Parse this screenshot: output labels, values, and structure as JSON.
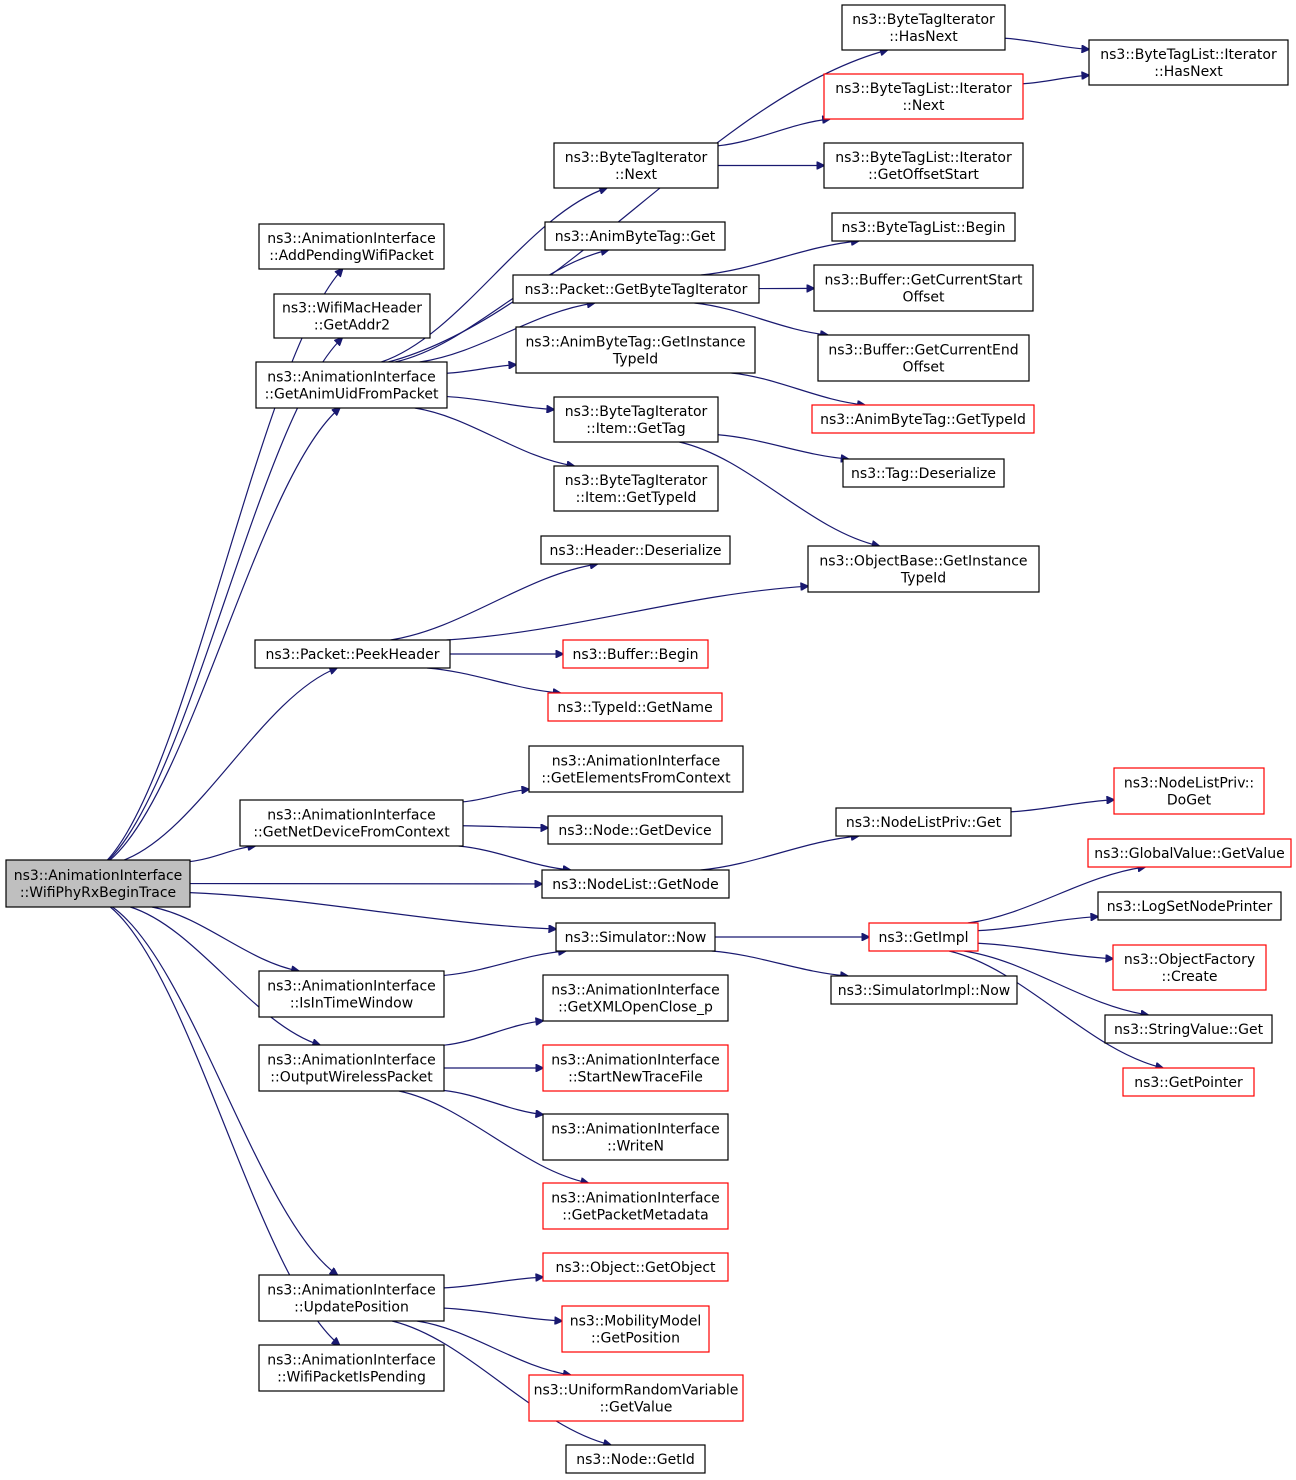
{
  "colors": {
    "edge": "#191970",
    "truncated_border": "#ff0000",
    "normal_border": "#000000",
    "root_fill": "#bfbfbf"
  },
  "nodes": [
    {
      "id": "root",
      "lines": [
        "ns3::AnimationInterface",
        "::WifiPhyRxBeginTrace"
      ],
      "root": true
    },
    {
      "id": "add_pending",
      "lines": [
        "ns3::AnimationInterface",
        "::AddPendingWifiPacket"
      ]
    },
    {
      "id": "getaddr2",
      "lines": [
        "ns3::WifiMacHeader",
        "::GetAddr2"
      ]
    },
    {
      "id": "getanimuid",
      "lines": [
        "ns3::AnimationInterface",
        "::GetAnimUidFromPacket"
      ]
    },
    {
      "id": "peekheader",
      "lines": [
        "ns3::Packet::PeekHeader"
      ]
    },
    {
      "id": "getnetdevice",
      "lines": [
        "ns3::AnimationInterface",
        "::GetNetDeviceFromContext"
      ]
    },
    {
      "id": "nodelist_getnode",
      "lines": [
        "ns3::NodeList::GetNode"
      ]
    },
    {
      "id": "sim_now",
      "lines": [
        "ns3::Simulator::Now"
      ]
    },
    {
      "id": "isintimewindow",
      "lines": [
        "ns3::AnimationInterface",
        "::IsInTimeWindow"
      ]
    },
    {
      "id": "outputwireless",
      "lines": [
        "ns3::AnimationInterface",
        "::OutputWirelessPacket"
      ]
    },
    {
      "id": "updateposition",
      "lines": [
        "ns3::AnimationInterface",
        "::UpdatePosition"
      ]
    },
    {
      "id": "wifipacketispending",
      "lines": [
        "ns3::AnimationInterface",
        "::WifiPacketIsPending"
      ]
    },
    {
      "id": "bti_hasnext",
      "lines": [
        "ns3::ByteTagIterator",
        "::HasNext"
      ]
    },
    {
      "id": "btl_it_hasnext",
      "lines": [
        "ns3::ByteTagList::Iterator",
        "::HasNext"
      ]
    },
    {
      "id": "btl_it_next",
      "lines": [
        "ns3::ByteTagList::Iterator",
        "::Next"
      ],
      "truncated": true
    },
    {
      "id": "bti_next",
      "lines": [
        "ns3::ByteTagIterator",
        "::Next"
      ]
    },
    {
      "id": "btl_it_getoffset",
      "lines": [
        "ns3::ByteTagList::Iterator",
        "::GetOffsetStart"
      ]
    },
    {
      "id": "animbytetag_get",
      "lines": [
        "ns3::AnimByteTag::Get"
      ]
    },
    {
      "id": "btl_begin",
      "lines": [
        "ns3::ByteTagList::Begin"
      ]
    },
    {
      "id": "packet_getbti",
      "lines": [
        "ns3::Packet::GetByteTagIterator"
      ]
    },
    {
      "id": "buffer_getcurstart",
      "lines": [
        "ns3::Buffer::GetCurrentStart",
        "Offset"
      ]
    },
    {
      "id": "abt_getinstancetypeid",
      "lines": [
        "ns3::AnimByteTag::GetInstance",
        "TypeId"
      ]
    },
    {
      "id": "buffer_getcurend",
      "lines": [
        "ns3::Buffer::GetCurrentEnd",
        "Offset"
      ]
    },
    {
      "id": "bti_item_gettag",
      "lines": [
        "ns3::ByteTagIterator",
        "::Item::GetTag"
      ]
    },
    {
      "id": "abt_gettypeid",
      "lines": [
        "ns3::AnimByteTag::GetTypeId"
      ],
      "truncated": true
    },
    {
      "id": "tag_deserialize",
      "lines": [
        "ns3::Tag::Deserialize"
      ]
    },
    {
      "id": "bti_item_gettypeid",
      "lines": [
        "ns3::ByteTagIterator",
        "::Item::GetTypeId"
      ]
    },
    {
      "id": "header_deserialize",
      "lines": [
        "ns3::Header::Deserialize"
      ]
    },
    {
      "id": "objbase_getinstancetypeid",
      "lines": [
        "ns3::ObjectBase::GetInstance",
        "TypeId"
      ]
    },
    {
      "id": "buffer_begin",
      "lines": [
        "ns3::Buffer::Begin"
      ],
      "truncated": true
    },
    {
      "id": "typeid_getname",
      "lines": [
        "ns3::TypeId::GetName"
      ],
      "truncated": true
    },
    {
      "id": "getelements",
      "lines": [
        "ns3::AnimationInterface",
        "::GetElementsFromContext"
      ]
    },
    {
      "id": "node_getdevice",
      "lines": [
        "ns3::Node::GetDevice"
      ]
    },
    {
      "id": "nodelistpriv_get",
      "lines": [
        "ns3::NodeListPriv::Get"
      ]
    },
    {
      "id": "nodelistpriv_doget",
      "lines": [
        "ns3::NodeListPriv::",
        "DoGet"
      ],
      "truncated": true
    },
    {
      "id": "globalvalue_getvalue",
      "lines": [
        "ns3::GlobalValue::GetValue"
      ],
      "truncated": true
    },
    {
      "id": "getimpl",
      "lines": [
        "ns3::GetImpl"
      ],
      "truncated": true
    },
    {
      "id": "logsetnodeprinter",
      "lines": [
        "ns3::LogSetNodePrinter"
      ]
    },
    {
      "id": "objectfactory_create",
      "lines": [
        "ns3::ObjectFactory",
        "::Create"
      ],
      "truncated": true
    },
    {
      "id": "simimpl_now",
      "lines": [
        "ns3::SimulatorImpl::Now"
      ]
    },
    {
      "id": "stringvalue_get",
      "lines": [
        "ns3::StringValue::Get"
      ]
    },
    {
      "id": "getpointer",
      "lines": [
        "ns3::GetPointer"
      ],
      "truncated": true
    },
    {
      "id": "getxmlopenclose",
      "lines": [
        "ns3::AnimationInterface",
        "::GetXMLOpenClose_p"
      ]
    },
    {
      "id": "startnewtracefile",
      "lines": [
        "ns3::AnimationInterface",
        "::StartNewTraceFile"
      ],
      "truncated": true
    },
    {
      "id": "writen",
      "lines": [
        "ns3::AnimationInterface",
        "::WriteN"
      ]
    },
    {
      "id": "getpacketmetadata",
      "lines": [
        "ns3::AnimationInterface",
        "::GetPacketMetadata"
      ],
      "truncated": true
    },
    {
      "id": "object_getobject",
      "lines": [
        "ns3::Object::GetObject"
      ],
      "truncated": true
    },
    {
      "id": "mobility_getposition",
      "lines": [
        "ns3::MobilityModel",
        "::GetPosition"
      ],
      "truncated": true
    },
    {
      "id": "urv_getvalue",
      "lines": [
        "ns3::UniformRandomVariable",
        "::GetValue"
      ],
      "truncated": true
    },
    {
      "id": "node_getid",
      "lines": [
        "ns3::Node::GetId"
      ]
    }
  ],
  "edges": [
    [
      "root",
      "add_pending"
    ],
    [
      "root",
      "getaddr2"
    ],
    [
      "root",
      "getanimuid"
    ],
    [
      "root",
      "peekheader"
    ],
    [
      "root",
      "getnetdevice"
    ],
    [
      "root",
      "nodelist_getnode"
    ],
    [
      "root",
      "sim_now"
    ],
    [
      "root",
      "isintimewindow"
    ],
    [
      "root",
      "outputwireless"
    ],
    [
      "root",
      "updateposition"
    ],
    [
      "root",
      "wifipacketispending"
    ],
    [
      "getanimuid",
      "bti_hasnext"
    ],
    [
      "getanimuid",
      "bti_next"
    ],
    [
      "getanimuid",
      "animbytetag_get"
    ],
    [
      "getanimuid",
      "packet_getbti"
    ],
    [
      "getanimuid",
      "abt_getinstancetypeid"
    ],
    [
      "getanimuid",
      "bti_item_gettag"
    ],
    [
      "getanimuid",
      "bti_item_gettypeid"
    ],
    [
      "bti_hasnext",
      "btl_it_hasnext"
    ],
    [
      "btl_it_next",
      "btl_it_hasnext"
    ],
    [
      "bti_next",
      "btl_it_next"
    ],
    [
      "bti_next",
      "btl_it_getoffset"
    ],
    [
      "packet_getbti",
      "btl_begin"
    ],
    [
      "packet_getbti",
      "buffer_getcurstart"
    ],
    [
      "packet_getbti",
      "buffer_getcurend"
    ],
    [
      "abt_getinstancetypeid",
      "abt_gettypeid"
    ],
    [
      "bti_item_gettag",
      "tag_deserialize"
    ],
    [
      "bti_item_gettag",
      "objbase_getinstancetypeid"
    ],
    [
      "peekheader",
      "header_deserialize"
    ],
    [
      "peekheader",
      "objbase_getinstancetypeid"
    ],
    [
      "peekheader",
      "buffer_begin"
    ],
    [
      "peekheader",
      "typeid_getname"
    ],
    [
      "getnetdevice",
      "getelements"
    ],
    [
      "getnetdevice",
      "node_getdevice"
    ],
    [
      "getnetdevice",
      "nodelist_getnode"
    ],
    [
      "nodelist_getnode",
      "nodelistpriv_get"
    ],
    [
      "nodelistpriv_get",
      "nodelistpriv_doget"
    ],
    [
      "sim_now",
      "getimpl"
    ],
    [
      "sim_now",
      "simimpl_now"
    ],
    [
      "getimpl",
      "globalvalue_getvalue"
    ],
    [
      "getimpl",
      "logsetnodeprinter"
    ],
    [
      "getimpl",
      "objectfactory_create"
    ],
    [
      "getimpl",
      "stringvalue_get"
    ],
    [
      "getimpl",
      "getpointer"
    ],
    [
      "isintimewindow",
      "sim_now"
    ],
    [
      "outputwireless",
      "getxmlopenclose"
    ],
    [
      "outputwireless",
      "startnewtracefile"
    ],
    [
      "outputwireless",
      "writen"
    ],
    [
      "outputwireless",
      "getpacketmetadata"
    ],
    [
      "updateposition",
      "object_getobject"
    ],
    [
      "updateposition",
      "mobility_getposition"
    ],
    [
      "updateposition",
      "urv_getvalue"
    ],
    [
      "updateposition",
      "node_getid"
    ]
  ]
}
